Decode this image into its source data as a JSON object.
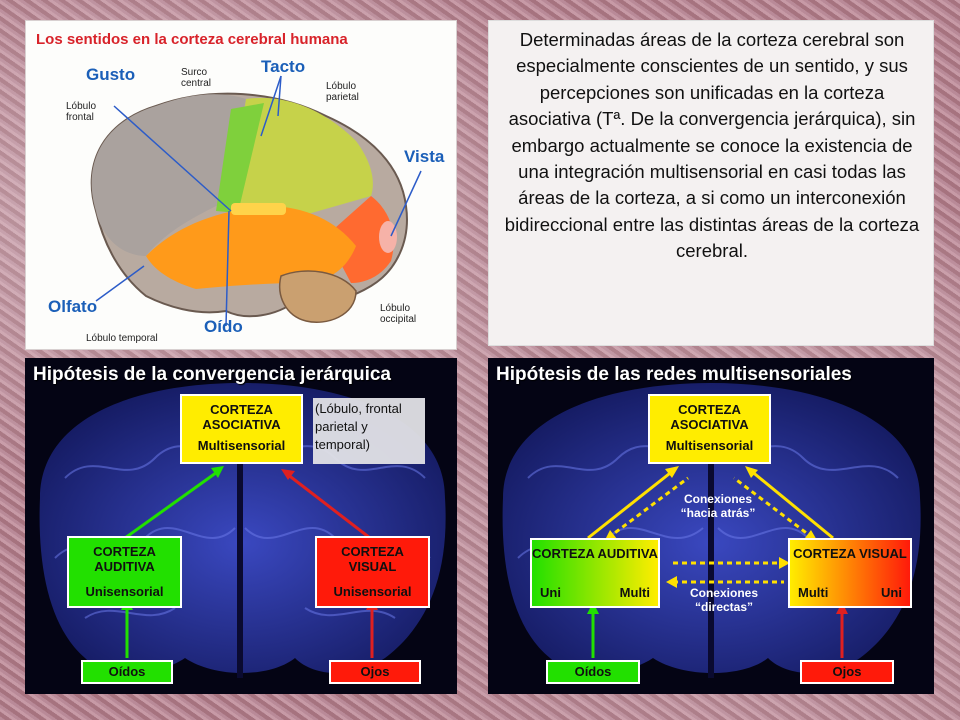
{
  "senses_panel": {
    "title": "Los sentidos en la corteza cerebral humana",
    "labels": {
      "gusto": "Gusto",
      "surco_central": "Surco central",
      "tacto": "Tacto",
      "lobulo_parietal": "Lóbulo parietal",
      "lobulo_frontal": "Lóbulo frontal",
      "vista": "Vista",
      "olfato": "Olfato",
      "oido": "Oído",
      "lobulo_temporal": "Lóbulo temporal",
      "lobulo_occipital": "Lóbulo occipital"
    }
  },
  "description": "Determinadas áreas de la corteza cerebral son especialmente conscientes de un sentido,  y sus percepciones son unificadas en la corteza asociativa (Tª. De la convergencia jerárquica), sin embargo actualmente se conoce la existencia de una integración multisensorial en casi todas las áreas de la corteza, a si como un interconexión bidireccional entre las distintas áreas de la corteza cerebral.",
  "convergence": {
    "title": "Hipótesis de la convergencia jerárquica",
    "assoc": {
      "name": "CORTEZA ASOCIATIVA",
      "type": "Multisensorial"
    },
    "note": "(Lóbulo, frontal parietal y temporal)",
    "auditiva": {
      "name": "CORTEZA AUDITIVA",
      "type": "Unisensorial"
    },
    "visual": {
      "name": "CORTEZA VISUAL",
      "type": "Unisensorial"
    },
    "oidos": "Oídos",
    "ojos": "Ojos"
  },
  "multisensory": {
    "title": "Hipótesis de las redes multisensoriales",
    "assoc": {
      "name": "CORTEZA ASOCIATIVA",
      "type": "Multisensorial"
    },
    "auditiva": {
      "name": "CORTEZA AUDITIVA",
      "left": "Uni",
      "right": "Multi"
    },
    "visual": {
      "name": "CORTEZA VISUAL",
      "left": "Multi",
      "right": "Uni"
    },
    "backward": "Conexiones “hacia atrás”",
    "direct": "Conexiones “directas”",
    "oidos": "Oídos",
    "ojos": "Ojos"
  },
  "colors": {
    "yellow": "#ffed00",
    "green": "#22e000",
    "red": "#ff1a0a",
    "brain_blue": "#2a3aa8"
  }
}
